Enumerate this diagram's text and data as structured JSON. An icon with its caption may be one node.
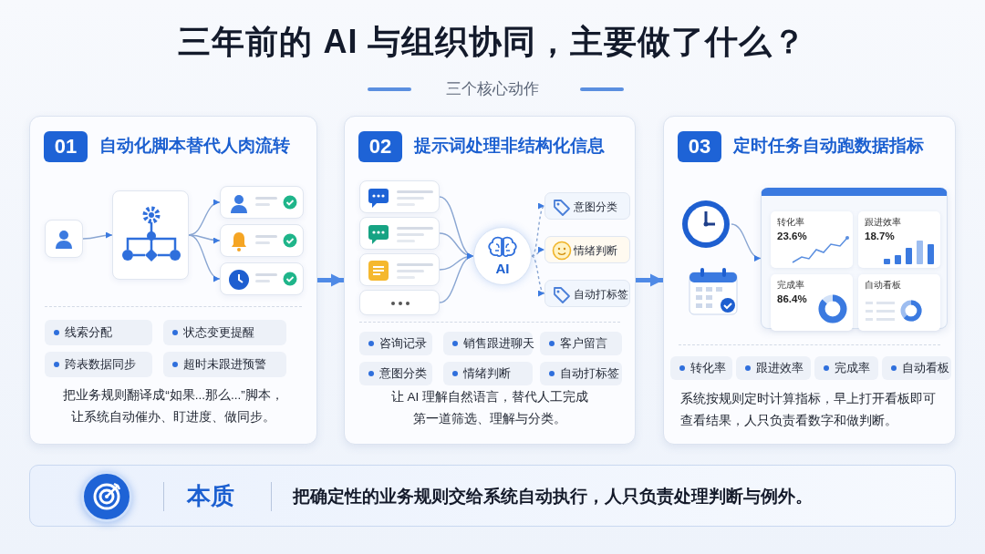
{
  "diagram": {
    "title": "三年前的 AI 与组织协同，主要做了什么？",
    "nodes": [
      {
        "text": [
          "自动化脚本替代人肉流转",
          "把业务规则翻译成“如果...那么...”脚本，让系统自动催办、盯进度、做同步。"
        ]
      },
      {
        "text": [
          "01"
        ],
        "in": 0
      },
      {
        "text": [],
        "shape": "box",
        "in": 0
      },
      {
        "text": [],
        "shape": "box",
        "in": 0
      },
      {
        "text": [],
        "shape": "box",
        "in": 0
      },
      {
        "text": [],
        "shape": "box",
        "in": 0
      },
      {
        "text": [],
        "shape": "box",
        "in": 0
      },
      {
        "text": [
          "线索分配"
        ],
        "in": 0
      },
      {
        "text": [
          "状态变更提醒"
        ],
        "in": 0
      },
      {
        "text": [
          "跨表数据同步"
        ],
        "in": 0
      },
      {
        "text": [
          "超时未跟进预警"
        ],
        "in": 0
      },
      {
        "text": [
          "提示词处理非结构化信息",
          "让 AI 理解自然语言，替代人工完成第一道筛选、理解与分类。"
        ]
      },
      {
        "text": [
          "02"
        ],
        "in": 11
      },
      {
        "text": [],
        "shape": "box",
        "in": 11
      },
      {
        "text": [],
        "shape": "box",
        "in": 11
      },
      {
        "text": [],
        "shape": "box",
        "in": 11
      },
      {
        "text": [],
        "shape": "box",
        "in": 11
      },
      {
        "text": [
          "AI"
        ],
        "in": 11
      },
      {
        "text": [
          "意图分类"
        ],
        "in": 11
      },
      {
        "text": [
          "情绪判断"
        ],
        "in": 11
      },
      {
        "text": [
          "自动打标签"
        ],
        "in": 11
      },
      {
        "text": [
          "咨询记录"
        ],
        "in": 11
      },
      {
        "text": [
          "销售跟进聊天"
        ],
        "in": 11
      },
      {
        "text": [
          "客户留言"
        ],
        "in": 11
      },
      {
        "text": [
          "意图分类"
        ],
        "in": 11
      },
      {
        "text": [
          "情绪判断"
        ],
        "in": 11
      },
      {
        "text": [
          "自动打标签"
        ],
        "in": 11
      },
      {
        "text": [
          "定时任务自动跑数据指标",
          "系统按规则定时计算指标，早上打开看板即可查看结果，人只负责看数字和做判断。"
        ]
      },
      {
        "text": [
          "03"
        ],
        "in": 27
      },
      {
        "text": [],
        "shape": "picture",
        "in": 27
      },
      {
        "text": [],
        "shape": "picture",
        "in": 27
      },
      {
        "text": [],
        "shape": "box",
        "in": 27
      },
      {
        "text": [
          "转化率",
          "23.6%"
        ],
        "in": 31
      },
      {
        "text": [
          "跟进效率",
          "18.7%"
        ],
        "in": 31
      },
      {
        "text": [
          "完成率",
          "86.4%"
        ],
        "in": 31
      },
      {
        "text": [
          "自动看板"
        ],
        "in": 31
      },
      {
        "text": [
          "转化率"
        ],
        "in": 27
      },
      {
        "text": [
          "跟进效率"
        ],
        "in": 27
      },
      {
        "text": [
          "完成率"
        ],
        "in": 27
      },
      {
        "text": [
          "自动看板"
        ],
        "in": 27
      },
      {
        "text": [
          "本质",
          "把确定性的业务规则交给系统自动执行，人只负责处理判断与例外。"
        ]
      },
      {
        "text": [],
        "shape": "circle",
        "in": 40
      }
    ],
    "edges": [
      {
        "from": 2,
        "to": 3,
        "arrow": "to"
      },
      {
        "from": 3,
        "to": 4,
        "arrow": "to"
      },
      {
        "from": 3,
        "to": 5,
        "arrow": "to"
      },
      {
        "from": 3,
        "to": 6,
        "arrow": "to"
      },
      {
        "from": 0,
        "to": 11,
        "arrow": "to",
        "style": "thick"
      },
      {
        "from": 13,
        "to": 17,
        "arrow": "to"
      },
      {
        "from": 14,
        "to": 17,
        "arrow": "to"
      },
      {
        "from": 15,
        "to": 17,
        "arrow": "to"
      },
      {
        "from": 16,
        "to": 17,
        "arrow": "to"
      },
      {
        "from": 17,
        "to": 18,
        "arrow": "to",
        "style": "dashed"
      },
      {
        "from": 17,
        "to": 19,
        "arrow": "to",
        "style": "dashed"
      },
      {
        "from": 17,
        "to": 20,
        "arrow": "to",
        "style": "dashed"
      },
      {
        "from": 11,
        "to": 27,
        "arrow": "to",
        "style": "thick"
      },
      {
        "from": 29,
        "to": 31,
        "arrow": "to"
      }
    ],
    "labels": [
      "三个核心动作"
    ]
  }
}
